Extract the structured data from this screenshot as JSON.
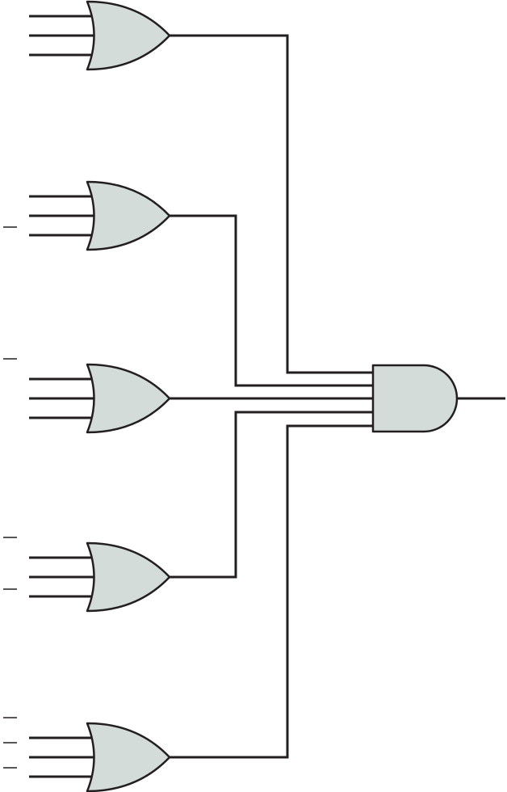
{
  "diagram": {
    "kind": "logic-circuit",
    "gate_fill": "#d3dcd9",
    "line_color": "#231f20",
    "background": "#ffffff",
    "or_gates": [
      {
        "id": "or-1",
        "inputs": 3,
        "inverted_inputs": []
      },
      {
        "id": "or-2",
        "inputs": 3,
        "inverted_inputs": [
          2
        ]
      },
      {
        "id": "or-3",
        "inputs": 3,
        "inverted_inputs": [
          1
        ]
      },
      {
        "id": "or-4",
        "inputs": 3,
        "inverted_inputs": [
          1,
          3
        ]
      },
      {
        "id": "or-5",
        "inputs": 3,
        "inverted_inputs": [
          1,
          2,
          3
        ]
      }
    ],
    "and_gate": {
      "id": "and-1",
      "inputs": 5,
      "outputs": 1
    }
  }
}
